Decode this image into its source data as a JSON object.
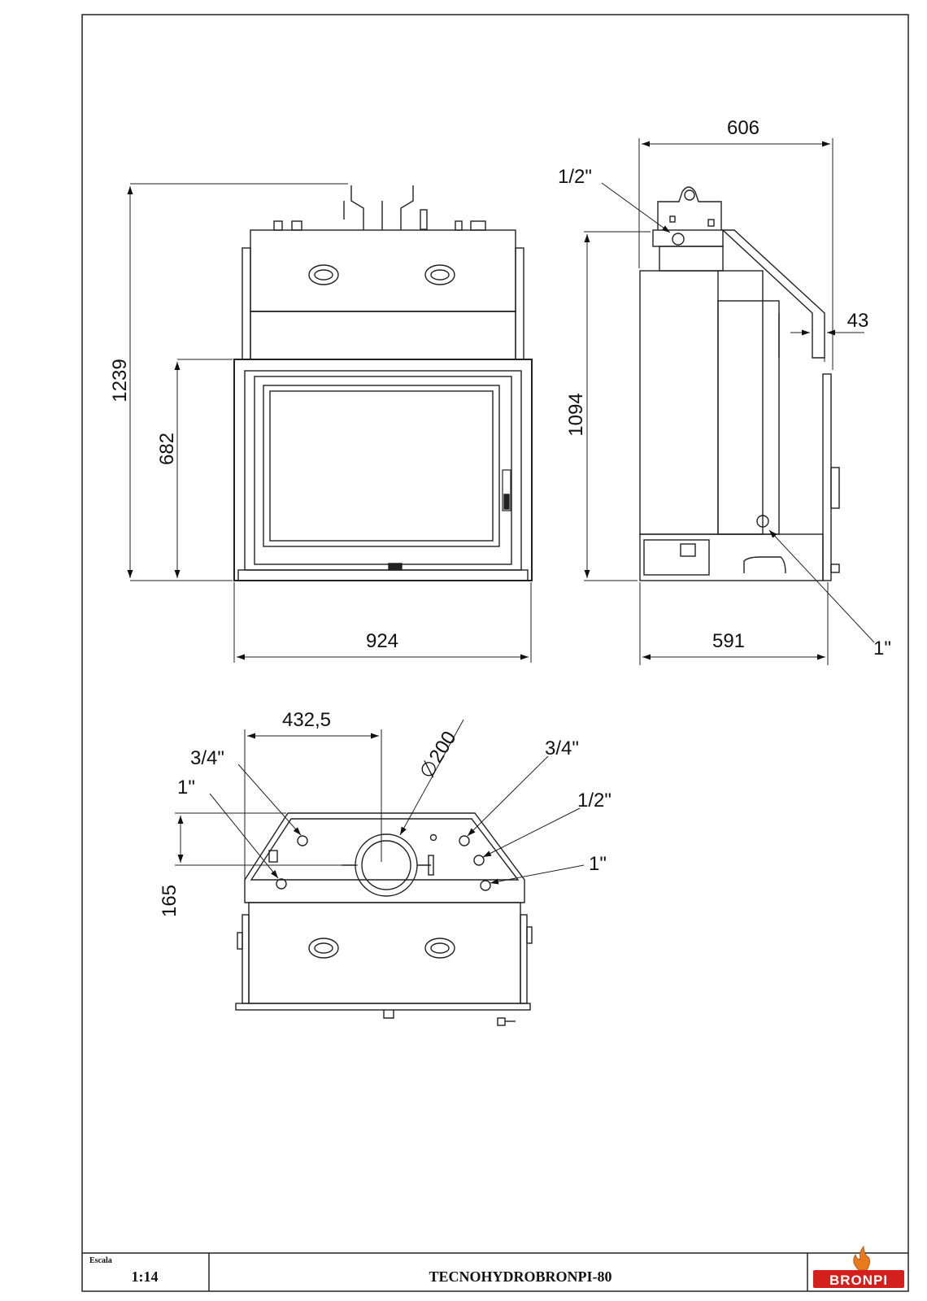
{
  "drawing": {
    "front_view": {
      "overall_height": "1239",
      "door_height": "682",
      "width": "924"
    },
    "side_view": {
      "depth_top": "606",
      "height": "1094",
      "depth_bottom": "591",
      "offset": "43",
      "conn_top": "1/2\"",
      "conn_bottom": "1\""
    },
    "top_view": {
      "center_offset": "432,5",
      "flue_diameter": "200",
      "depth": "165",
      "conn_left_upper": "3/4\"",
      "conn_left_lower": "1\"",
      "conn_right_upper": "3/4\"",
      "conn_right_middle": "1/2\"",
      "conn_right_lower": "1\""
    }
  },
  "title_block": {
    "scale_label": "Escala",
    "scale_value": "1:14",
    "model_name": "TECNOHYDROBRONPI-80",
    "brand_logo": "BRONPI",
    "logo_color": "#d4201c"
  }
}
